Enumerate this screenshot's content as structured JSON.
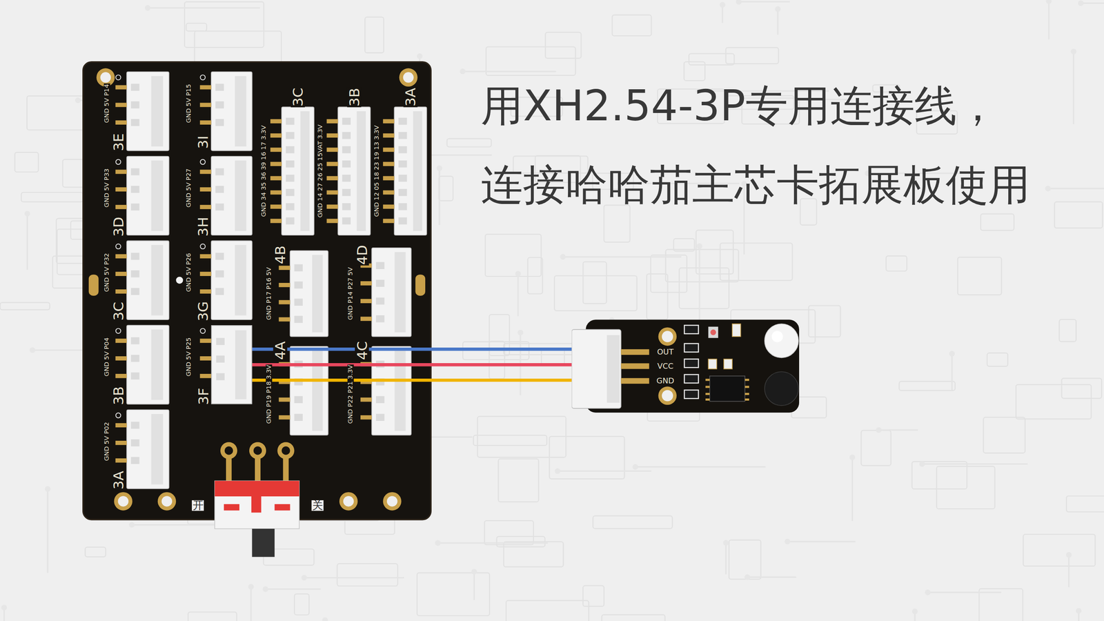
{
  "diagram": {
    "title": "用XH2.54-3P专用连接线， 连接哈哈茄主芯卡拓展板使用",
    "nodes": [
      {
        "text": [
          "3F"
        ]
      },
      {
        "text": [
          "OUT",
          "VCC",
          "GND"
        ]
      }
    ],
    "edges": [
      {
        "from": 0,
        "to": 1,
        "arrow": "none"
      },
      {
        "from": 0,
        "to": 1,
        "arrow": "none"
      },
      {
        "from": 0,
        "to": 1,
        "arrow": "none"
      }
    ],
    "labels": [
      "GND 5V P14",
      "3E",
      "GND 5V P15",
      "3I",
      "GND 34 35 36 39 16 17 3.3V",
      "3C",
      "GND 14 27 26 25 15VAT 3.3V",
      "3B",
      "GND 12 05 18 23 19 13 3.3V",
      "3A",
      "GND 5V P33",
      "3D",
      "GND 5V P27",
      "3H",
      "GND P17 P16 5V",
      "4B",
      "GND P14 P27 5V",
      "4D",
      "GND 5V P32",
      "3C",
      "GND 5V P26",
      "3G",
      "GND P19 P18 3.3V",
      "4A",
      "GND P22 P21 3.3V",
      "4C",
      "GND 5V P04",
      "3B",
      "GND 5V P25",
      "GND 5V P02",
      "3A",
      "开",
      "关"
    ]
  }
}
